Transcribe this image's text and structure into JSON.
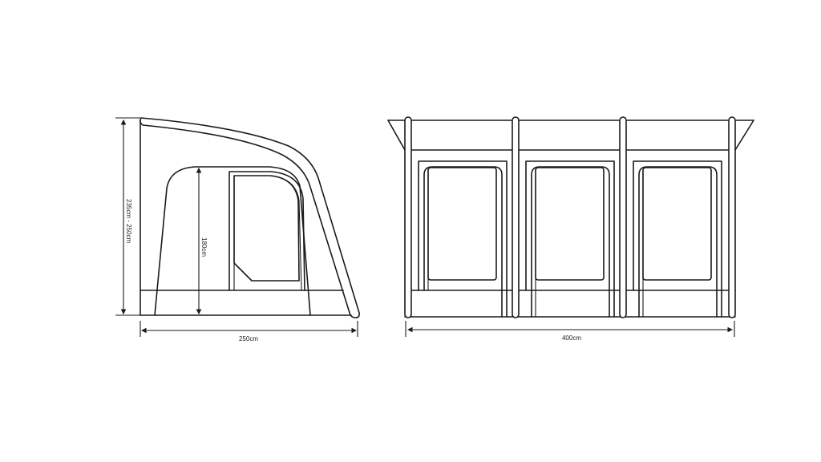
{
  "side_view": {
    "height_label": "235cm - 250cm",
    "door_height_label": "180cm",
    "depth_label": "250cm"
  },
  "front_view": {
    "width_label": "400cm",
    "bays": 3
  },
  "colors": {
    "line": "#1a1a1a",
    "background": "#ffffff"
  }
}
